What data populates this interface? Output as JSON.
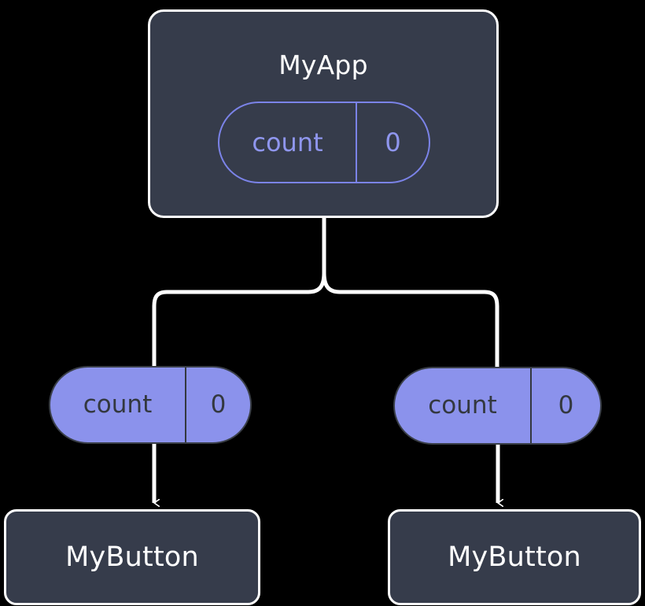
{
  "diagram": {
    "type": "component-tree",
    "title_text": "MyApp component tree with count state propagation",
    "background_color": "#000000",
    "colors": {
      "node_fill": "#363C4B",
      "node_border": "#FFFFFF",
      "node_text": "#FFFFFF",
      "pill_fill": "#8B92EC",
      "pill_outline": "#7B83E8",
      "pill_outline_text": "#8F96EE",
      "pill_filled_text": "#33383F",
      "edge": "#FFFFFF"
    }
  },
  "root": {
    "label": "MyApp",
    "state": {
      "key": "count",
      "value": "0"
    }
  },
  "props": [
    {
      "key": "count",
      "value": "0",
      "side": "left"
    },
    {
      "key": "count",
      "value": "0",
      "side": "right"
    }
  ],
  "children": [
    {
      "label": "MyButton",
      "side": "left"
    },
    {
      "label": "MyButton",
      "side": "right"
    }
  ],
  "edges": [
    {
      "name": "root-to-branch",
      "from": "MyApp",
      "to": "branch"
    },
    {
      "name": "branch-to-left-prop",
      "from": "branch",
      "to": "left count pill"
    },
    {
      "name": "branch-to-right-prop",
      "from": "branch",
      "to": "right count pill"
    },
    {
      "name": "left-prop-to-button",
      "from": "left count pill",
      "to": "MyButton (left)",
      "arrow": true
    },
    {
      "name": "right-prop-to-button",
      "from": "right count pill",
      "to": "MyButton (right)",
      "arrow": true
    }
  ]
}
